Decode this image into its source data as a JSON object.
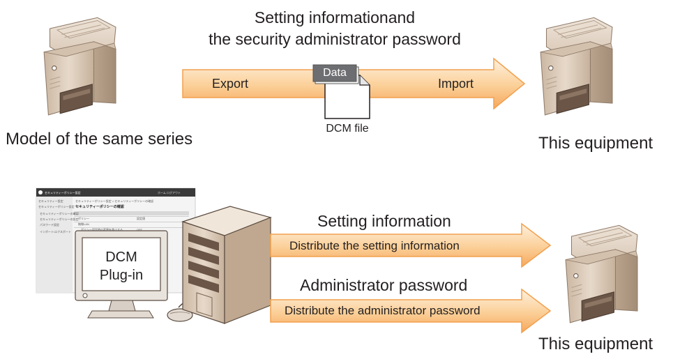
{
  "top": {
    "heading_line1": "Setting informationand",
    "heading_line2": "the security administrator password",
    "export_label": "Export",
    "import_label": "Import",
    "file_tag": "Data",
    "file_label": "DCM file",
    "source_caption": "Model of the same series",
    "target_caption": "This equipment"
  },
  "bottom": {
    "monitor_line1": "DCM",
    "monitor_line2": "Plug-in",
    "arrow1_heading": "Setting information",
    "arrow1_label": "Distribute the setting information",
    "arrow2_heading": "Administrator password",
    "arrow2_label": "Distribute the administrator password",
    "target_caption": "This equipment"
  },
  "screen": {
    "app_title": "セキュリティーポリシー設定",
    "header_right": "ホーム  ログアウト",
    "breadcrumb": "セキュリティーポリシー設定 > セキュリティーポリシーの確認",
    "page_title": "セキュリティーポリシーの確認",
    "sidebar_items": [
      "セキュリティー設定",
      "セキュリティーポリシー設定",
      "セキュリティーポリシーの確認",
      "セキュリティーポリシーの設定",
      "パスワード設定",
      "インポート/エクスポート"
    ],
    "table_rows": [
      [
        "ポリシー",
        "設定値"
      ],
      [
        "無線LAN",
        ""
      ],
      [
        "ポリシー設定時の変更を禁止する",
        "OFF"
      ]
    ]
  },
  "colors": {
    "arrow_fill_light": "#fde3c2",
    "arrow_fill_dark": "#f7a55c",
    "arrow_stroke": "#f5a04a",
    "printer_body": "#d9c8b6",
    "printer_dark": "#5c4a3d",
    "server_body": "#dbc9b5",
    "monitor_frame": "#e6e1db"
  }
}
